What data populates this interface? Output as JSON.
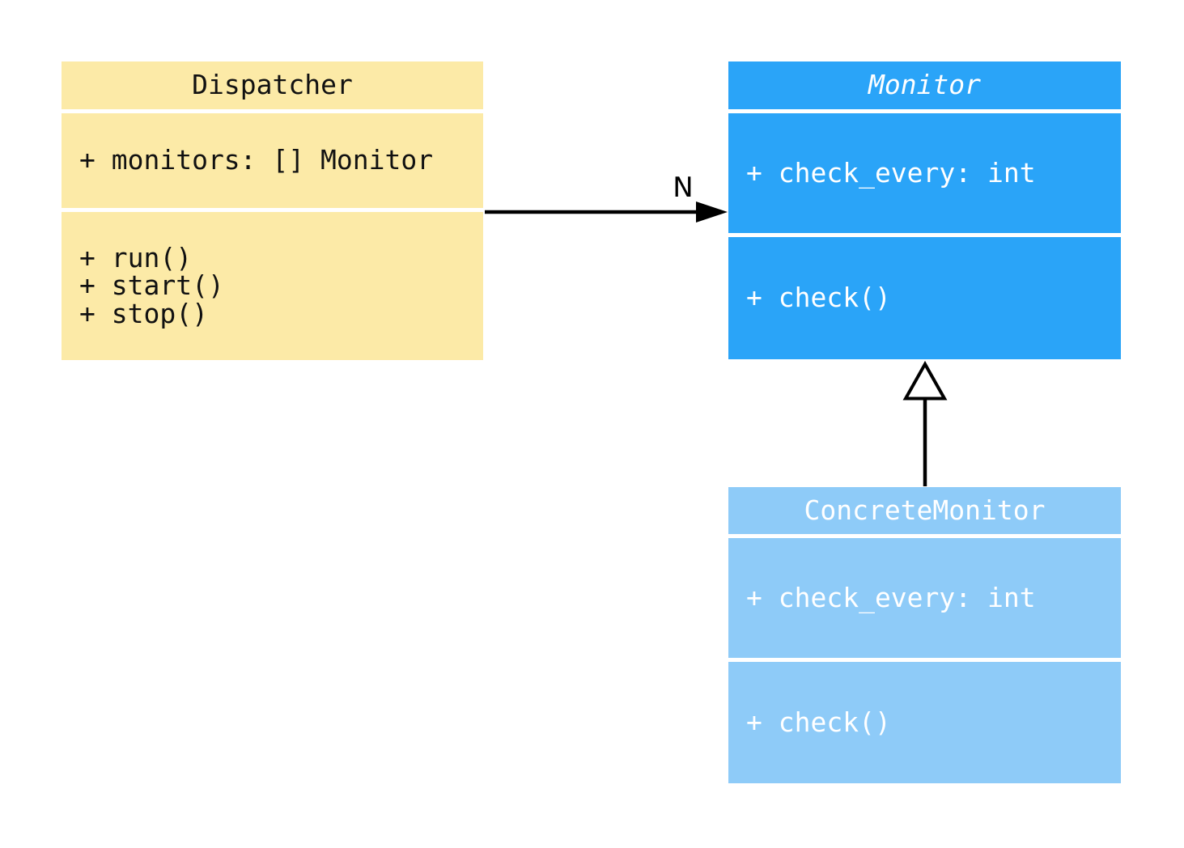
{
  "page": {
    "background": "#FFFFFF"
  },
  "diagram": {
    "type": "uml-class-diagram",
    "classes": [
      {
        "name": "Dispatcher",
        "abstract": false,
        "attributes": [
          "+ monitors: [] Monitor"
        ],
        "methods": [
          "+ run()",
          "+ start()",
          "+ stop()"
        ],
        "bg_color": "#FCEAA7",
        "text_color": "#111111"
      },
      {
        "name": "Monitor",
        "abstract": true,
        "attributes": [
          "+ check_every: int"
        ],
        "methods": [
          "+ check()"
        ],
        "bg_color": "#2AA4F8",
        "text_color": "#FFFFFF"
      },
      {
        "name": "ConcreteMonitor",
        "abstract": false,
        "attributes": [
          "+ check_every: int"
        ],
        "methods": [
          "+ check()"
        ],
        "bg_color": "#8ECBF8",
        "text_color": "#FFFFFF"
      }
    ],
    "relationships": [
      {
        "type": "association",
        "from": "Dispatcher",
        "to": "Monitor",
        "label": "N",
        "line_color": "#000000"
      },
      {
        "type": "inheritance",
        "from": "ConcreteMonitor",
        "to": "Monitor",
        "label": "",
        "line_color": "#000000"
      }
    ]
  }
}
